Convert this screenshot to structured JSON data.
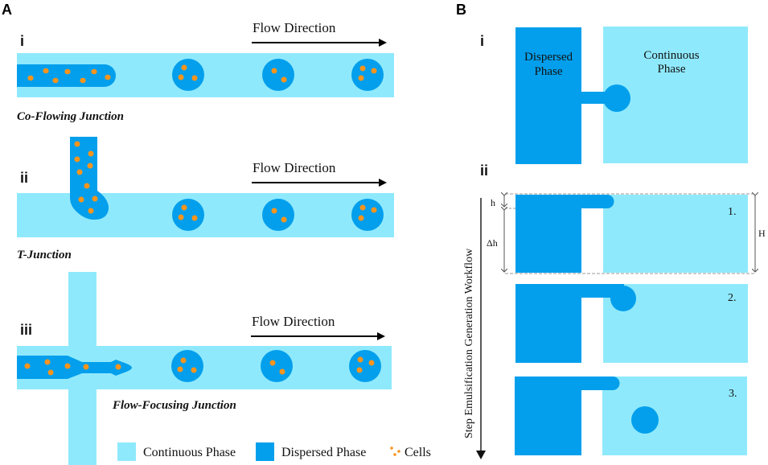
{
  "colors": {
    "continuous": "#8fe9fc",
    "dispersed": "#039fec",
    "cell": "#f7941d",
    "text": "#111111"
  },
  "panelA": {
    "letter": "A",
    "flow_label": "Flow Direction",
    "rows": [
      {
        "numeral": "i",
        "title": "Co-Flowing Junction"
      },
      {
        "numeral": "ii",
        "title": "T-Junction"
      },
      {
        "numeral": "iii",
        "title": "Flow-Focusing Junction"
      }
    ],
    "legend": {
      "continuous": "Continuous Phase",
      "dispersed": "Dispersed Phase",
      "cells": "Cells"
    }
  },
  "panelB": {
    "letter": "B",
    "sub_i": {
      "numeral": "i",
      "dispersed_label_line1": "Dispersed",
      "dispersed_label_line2": "Phase",
      "continuous_label_line1": "Continuous",
      "continuous_label_line2": "Phase"
    },
    "sub_ii": {
      "numeral": "ii",
      "workflow_label": "Step Emulsification Generation Workflow",
      "dim_h": "h",
      "dim_dh": "Δh",
      "dim_H": "H",
      "steps": [
        "1.",
        "2.",
        "3."
      ]
    }
  }
}
